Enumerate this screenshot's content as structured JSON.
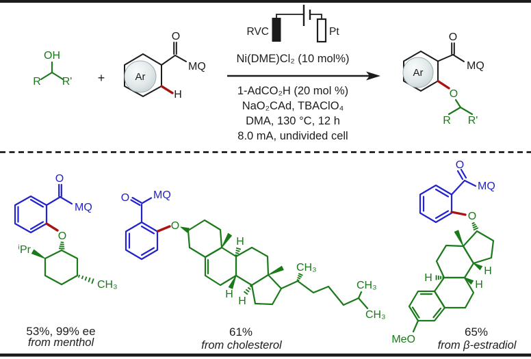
{
  "colors": {
    "structure_green": "#1a7a1a",
    "structure_blue": "#2323cc",
    "bond_red": "#a81414",
    "ink": "#1c1c1c"
  },
  "scheme": {
    "alcohol": {
      "oh_label": "OH",
      "r_label": "R",
      "r_prime_label": "R'"
    },
    "plus_sign": "+",
    "substrate": {
      "carbonyl_o": "O",
      "mq_label": "MQ",
      "ar_label": "Ar",
      "ch_label": "H"
    },
    "cell": {
      "anode": "RVC",
      "cathode": "Pt"
    },
    "catalyst": "Ni(DME)Cl₂ (10 mol%)",
    "conditions": [
      "1-AdCO₂H (20 mol %)",
      "NaO₂CAd, TBAClO₄",
      "DMA, 130 °C, 12 h",
      "8.0 mA, undivided cell"
    ],
    "product": {
      "carbonyl_o": "O",
      "mq_label": "MQ",
      "ar_label": "Ar",
      "ether_o": "O",
      "r_label": "R",
      "r_prime_label": "R'"
    }
  },
  "examples": [
    {
      "carbonyl_o": "O",
      "mq_label": "MQ",
      "ether_o": "O",
      "ipr_label": "ⁱPr",
      "ch3_label": "CH₃",
      "yield": "53%, 99% ee",
      "source": "from menthol"
    },
    {
      "carbonyl_o": "O",
      "mq_label": "MQ",
      "ether_o": "O",
      "h_labels": [
        "H",
        "H",
        "H"
      ],
      "ch3_labels": [
        "CH₃",
        "CH₃",
        "CH₃"
      ],
      "yield": "61%",
      "source": "from cholesterol"
    },
    {
      "carbonyl_o": "O",
      "mq_label": "MQ",
      "ether_o": "O",
      "h_labels": [
        "H",
        "H",
        "H"
      ],
      "meo_label": "MeO",
      "yield": "65%",
      "source": "from β-estradiol"
    }
  ]
}
